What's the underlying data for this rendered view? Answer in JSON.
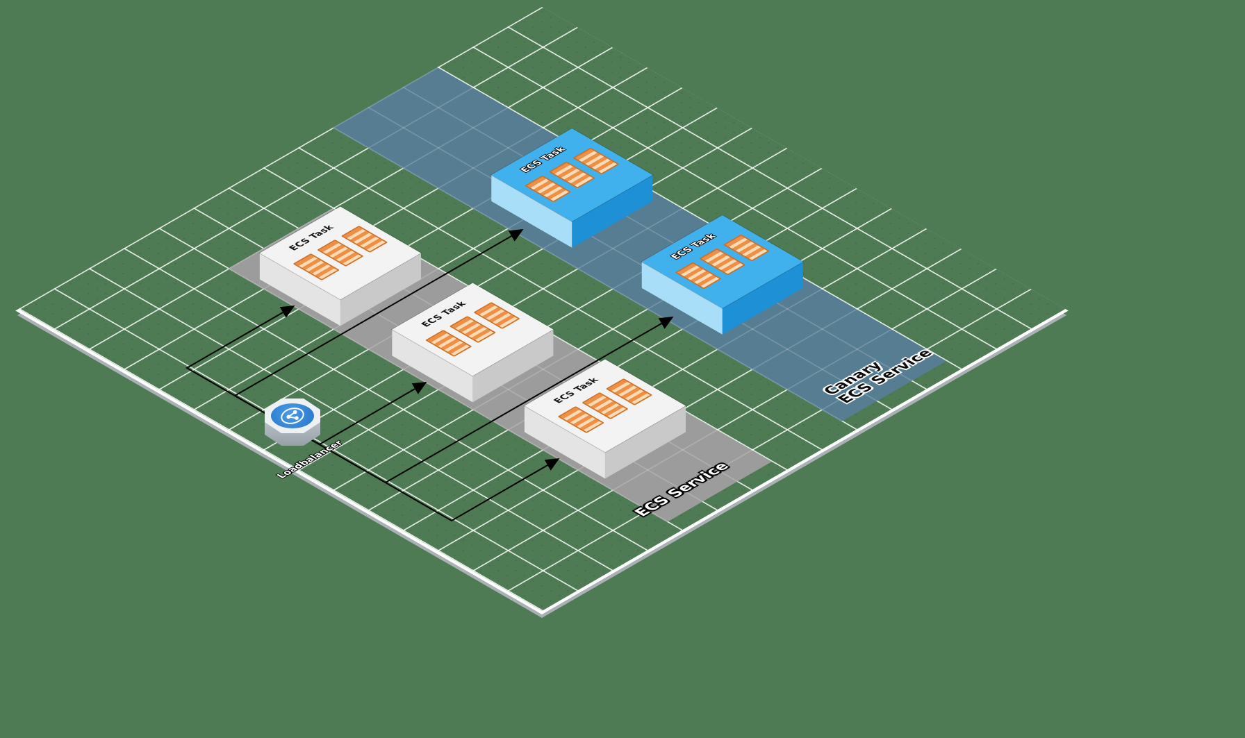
{
  "canvas": {
    "background_color": "#4f7b54",
    "grid_line_color": "#ffffff"
  },
  "groups": {
    "ecs_service": {
      "label": "ECS Service",
      "floor_color": "#9c9c9c",
      "label_color": "#ffffff"
    },
    "canary_ecs_service": {
      "label": "Canary\nECS Service",
      "floor_color": "#567d92",
      "label_color": "#0d0d0d"
    }
  },
  "load_balancer": {
    "label": "Loadbalancer",
    "disc_color": "#2f80d0",
    "icon": "share-nodes-icon"
  },
  "tasks": [
    {
      "id": "task-1",
      "label": "ECS Task",
      "service": "ecs_service",
      "top_color": "#f3f3f3"
    },
    {
      "id": "task-2",
      "label": "ECS Task",
      "service": "ecs_service",
      "top_color": "#f3f3f3"
    },
    {
      "id": "task-3",
      "label": "ECS Task",
      "service": "ecs_service",
      "top_color": "#f3f3f3"
    },
    {
      "id": "canary-task-1",
      "label": "ECS Task",
      "service": "canary_ecs_service",
      "top_color": "#41b1ee"
    },
    {
      "id": "canary-task-2",
      "label": "ECS Task",
      "service": "canary_ecs_service",
      "top_color": "#41b1ee"
    }
  ],
  "container_icon_color": "#ef8f45",
  "arrow_color": "#000000",
  "edges": [
    {
      "from": "load-balancer",
      "to": "task-1"
    },
    {
      "from": "load-balancer",
      "to": "task-2"
    },
    {
      "from": "load-balancer",
      "to": "task-3"
    },
    {
      "from": "load-balancer",
      "to": "canary-task-1"
    },
    {
      "from": "load-balancer",
      "to": "canary-task-2"
    }
  ]
}
